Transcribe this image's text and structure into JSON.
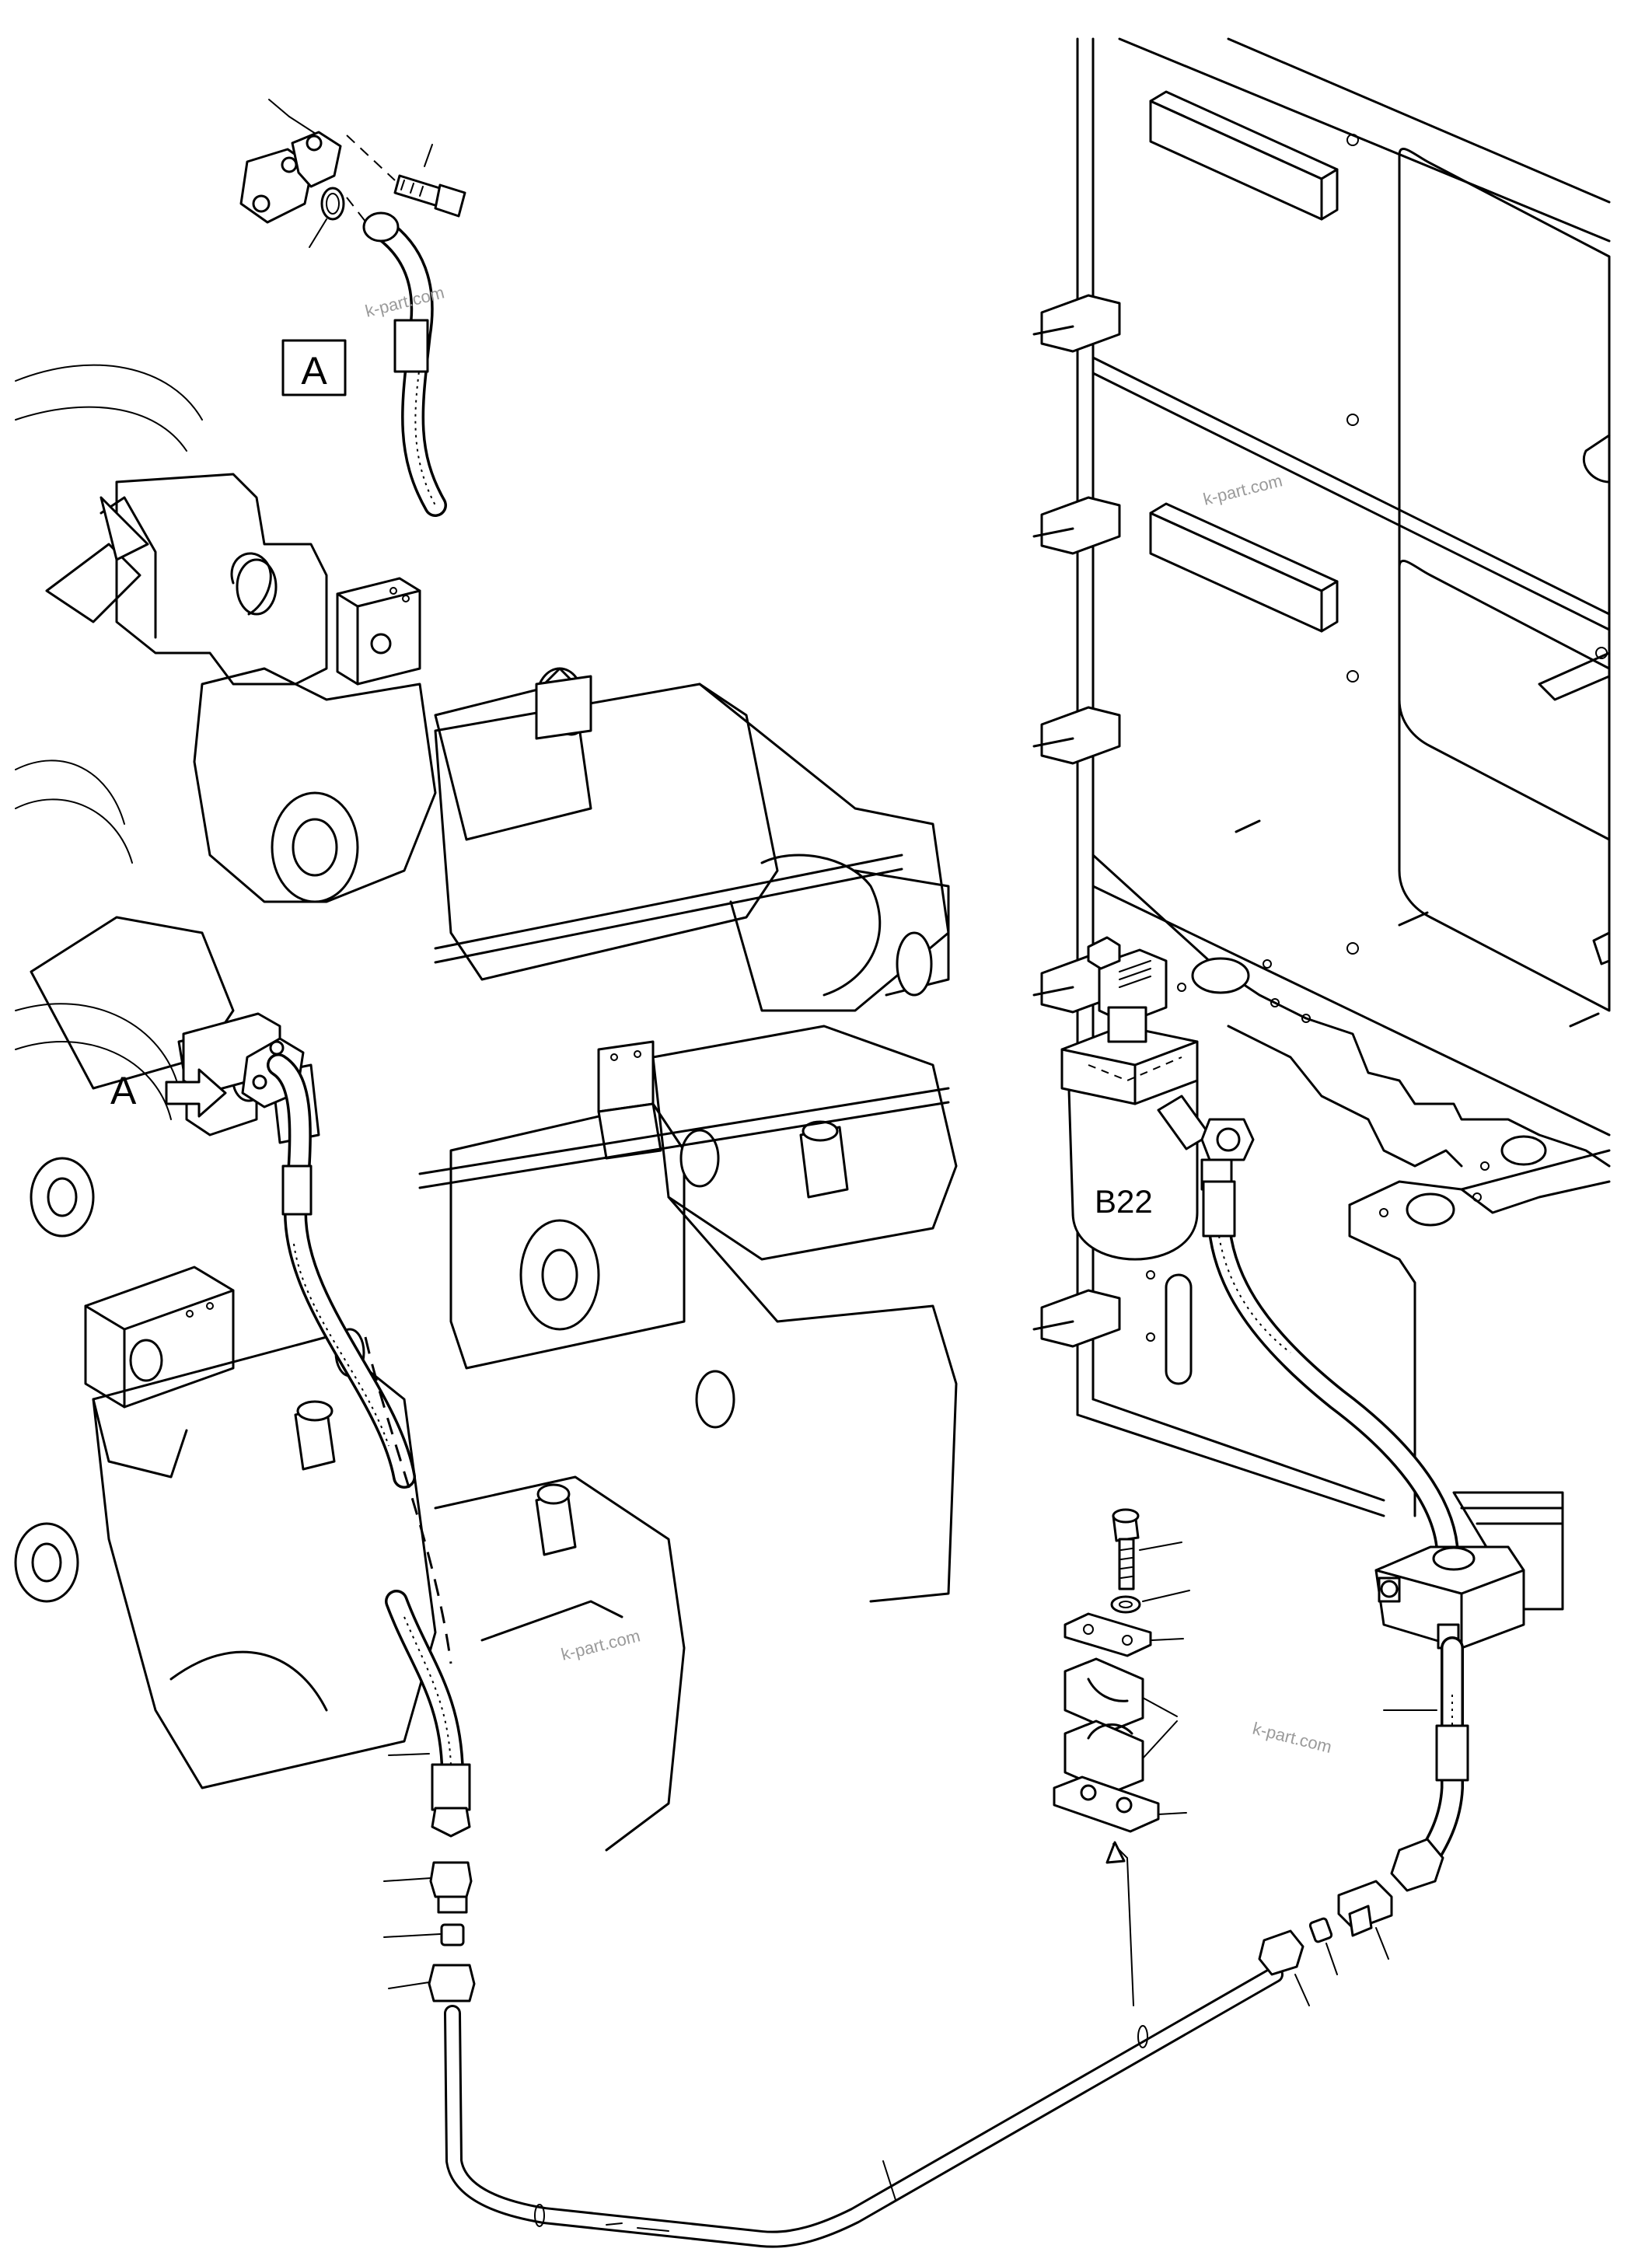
{
  "detail_label": "A",
  "view_marker_label": "A",
  "component_label": "B22",
  "watermarks": [
    "k-part.com",
    "k-part.com",
    "k-part.com",
    "k-part.com"
  ]
}
